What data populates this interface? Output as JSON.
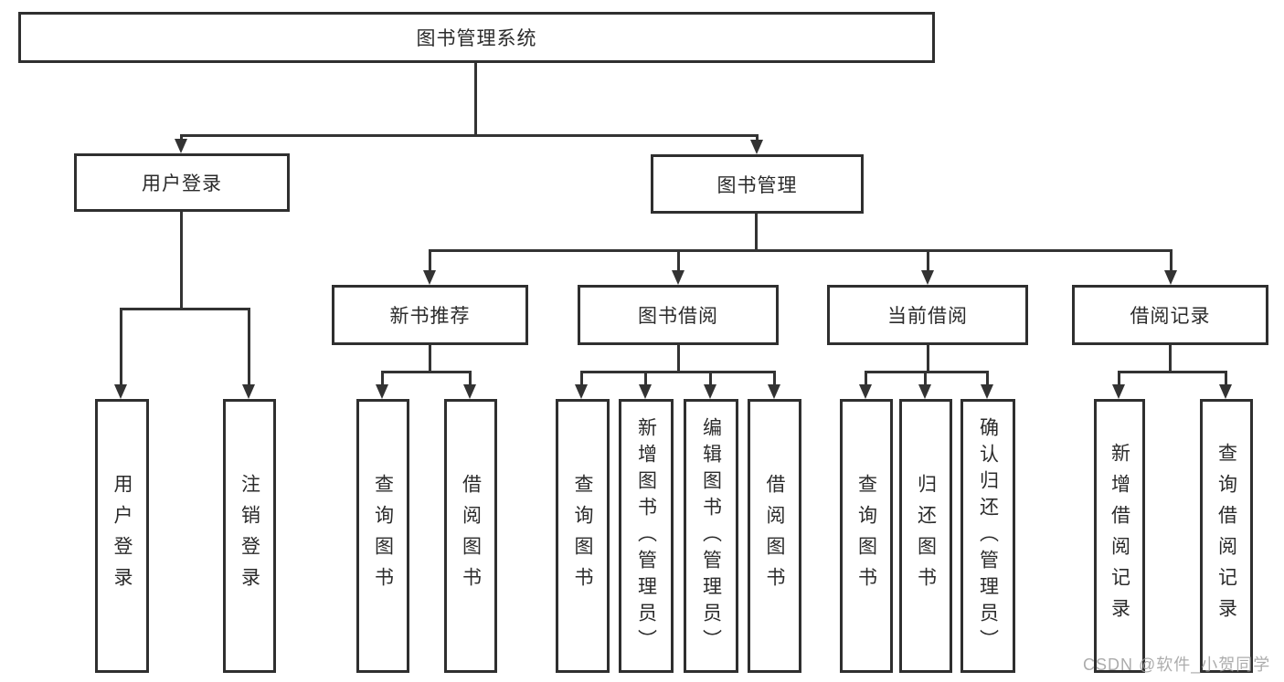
{
  "diagram_title": "图书管理系统",
  "watermark": "CSDN @软件_小贺同学",
  "colors": {
    "line": "#333333",
    "box_border": "#2f2f2f",
    "box_bg": "#ffffff",
    "text": "#2b2b2b",
    "watermark": "#9e9e9e"
  },
  "tree": {
    "root": {
      "label": "图书管理系统"
    },
    "children": [
      {
        "label": "用户登录",
        "children": [
          {
            "label": "用户登录"
          },
          {
            "label": "注销登录"
          }
        ]
      },
      {
        "label": "图书管理",
        "children": [
          {
            "label": "新书推荐",
            "children": [
              {
                "label": "查询图书"
              },
              {
                "label": "借阅图书"
              }
            ]
          },
          {
            "label": "图书借阅",
            "children": [
              {
                "label": "查询图书"
              },
              {
                "label": "新增图书（管理员）"
              },
              {
                "label": "编辑图书（管理员）"
              },
              {
                "label": "借阅图书"
              }
            ]
          },
          {
            "label": "当前借阅",
            "children": [
              {
                "label": "查询图书"
              },
              {
                "label": "归还图书"
              },
              {
                "label": "确认归还（管理员）"
              }
            ]
          },
          {
            "label": "借阅记录",
            "children": [
              {
                "label": "新增借阅记录"
              },
              {
                "label": "查询借阅记录"
              }
            ]
          }
        ]
      }
    ]
  }
}
